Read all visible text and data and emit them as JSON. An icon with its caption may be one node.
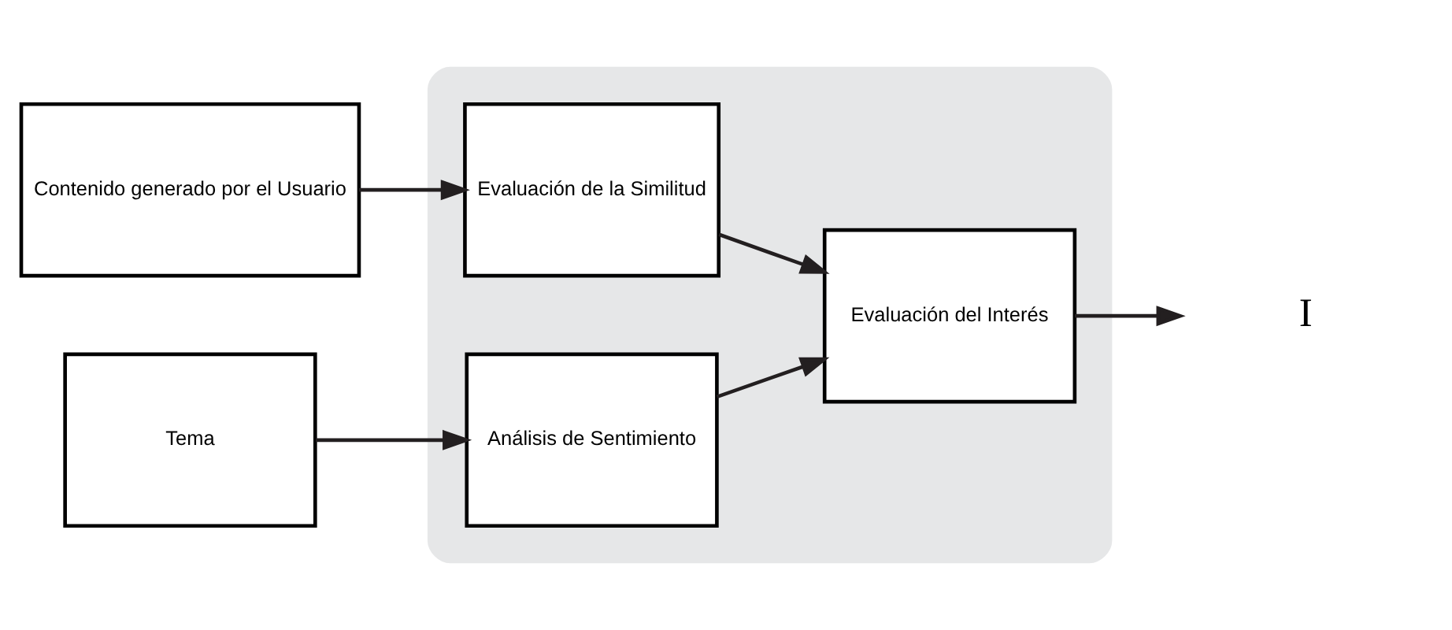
{
  "diagram": {
    "nodes": [
      {
        "text": [
          "Contenido generado por el Usuario"
        ]
      },
      {
        "text": [
          "Tema"
        ]
      },
      {
        "text": [],
        "shape": "box"
      },
      {
        "text": [
          "Evaluación de la Similitud"
        ],
        "in": 2
      },
      {
        "text": [
          "Análisis de Sentimiento"
        ],
        "in": 2
      },
      {
        "text": [
          "Evaluación del Interés"
        ],
        "in": 2
      },
      {
        "text": [
          "I"
        ]
      }
    ],
    "edges": [
      {
        "from": 0,
        "to": 3,
        "arrow": "to"
      },
      {
        "from": 1,
        "to": 4,
        "arrow": "to"
      },
      {
        "from": 3,
        "to": 5,
        "arrow": "to"
      },
      {
        "from": 4,
        "to": 5,
        "arrow": "to"
      },
      {
        "from": 5,
        "to": 6,
        "arrow": "to"
      }
    ]
  }
}
